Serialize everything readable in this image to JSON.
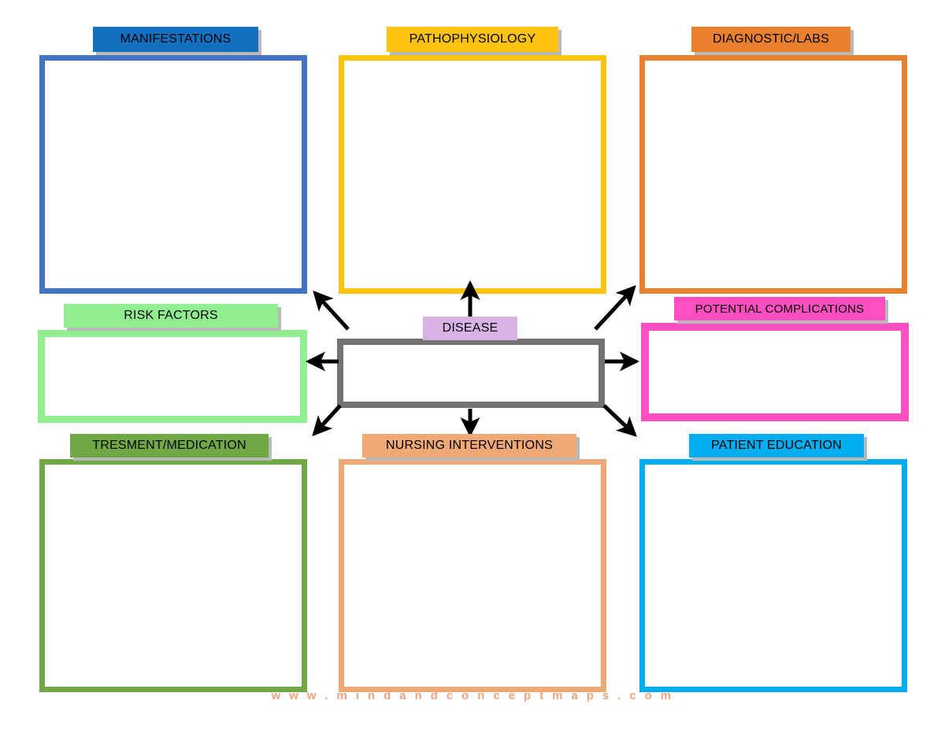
{
  "document": {
    "title": "Disease Concept Map Template",
    "watermark": "w w w . m i n d a n d c o n c e p t m a p s . c o m"
  },
  "center": {
    "label": "DISEASE",
    "header_color": "#D9B3E6",
    "border_color": "#767171",
    "content": ""
  },
  "nodes": [
    {
      "id": "manifestations",
      "label": "MANIFESTATIONS",
      "header_color": "#1270C0",
      "border_color": "#4472C4",
      "content": ""
    },
    {
      "id": "pathophysiology",
      "label": "PATHOPHYSIOLOGY",
      "header_color": "#FFC20E",
      "border_color": "#FFC20E",
      "content": ""
    },
    {
      "id": "diagnostic-labs",
      "label": "DIAGNOSTIC/LABS",
      "header_color": "#E8802E",
      "border_color": "#E8802E",
      "content": ""
    },
    {
      "id": "risk-factors",
      "label": "RISK FACTORS",
      "header_color": "#90EE90",
      "border_color": "#90EE90",
      "content": ""
    },
    {
      "id": "potential-complications",
      "label": "POTENTIAL COMPLICATIONS",
      "header_color": "#FF4FC0",
      "border_color": "#FF4FC0",
      "content": ""
    },
    {
      "id": "tresment-medication",
      "label": "TRESMENT/MEDICATION",
      "header_color": "#6FA844",
      "border_color": "#6FA844",
      "content": ""
    },
    {
      "id": "nursing-interventions",
      "label": "NURSING INTERVENTIONS",
      "header_color": "#F0A875",
      "border_color": "#F0A875",
      "content": ""
    },
    {
      "id": "patient-education",
      "label": "PATIENT EDUCATION",
      "header_color": "#00AEEF",
      "border_color": "#00AEEF",
      "content": ""
    }
  ],
  "arrows": {
    "color": "#000000",
    "count": 6,
    "targets": [
      "manifestations",
      "pathophysiology",
      "diagnostic-labs",
      "risk-factors",
      "potential-complications",
      "tresment-medication",
      "nursing-interventions",
      "patient-education"
    ]
  }
}
